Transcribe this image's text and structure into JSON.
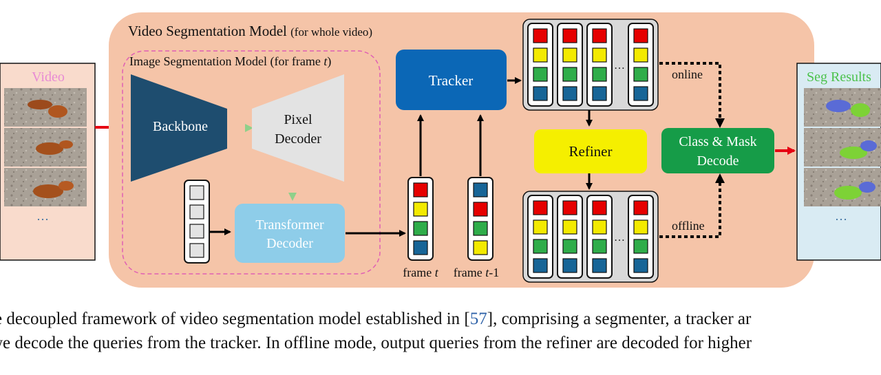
{
  "figure": {
    "video_panel_label": "Video",
    "video_panel_ellipsis": "…",
    "video_model_title": "Video Segmentation Model",
    "video_model_subtitle": "(for whole video)",
    "image_model_title": "Image Segmentation Model (for frame ",
    "image_model_title_var": "t",
    "image_model_title_close": ")",
    "backbone": "Backbone",
    "pixel_decoder_line1": "Pixel",
    "pixel_decoder_line2": "Decoder",
    "transformer_decoder_line1": "Transformer",
    "transformer_decoder_line2": "Decoder",
    "tracker": "Tracker",
    "refiner": "Refiner",
    "class_mask_line1": "Class & Mask",
    "class_mask_line2": "Decode",
    "online_label": "online",
    "offline_label": "offline",
    "frame_t_prefix": "frame ",
    "frame_t_var": "t",
    "frame_t1_prefix": "frame ",
    "frame_t1_var": "t",
    "frame_t1_suffix": "-1",
    "queue_ellipsis": "…",
    "seg_results_label": "Seg Results",
    "seg_results_ellipsis": "…"
  },
  "caption": {
    "line1_a": "e decoupled framework of video segmentation model established in [",
    "line1_ref": "57",
    "line1_b": "], comprising a segmenter, a tracker ar",
    "line2": " we decode the queries from the tracker. In offline mode, output queries from the refiner are decoded for higher"
  },
  "colors": {
    "video_model_bg": "#f5c4a8",
    "video_panel_bg": "#f9dbcc",
    "seg_panel_bg": "#d9ebf3",
    "backbone": "#1e4d6f",
    "pixel_decoder": "#e3e3e3",
    "transformer_decoder": "#8ecde9",
    "tracker": "#0b67b6",
    "refiner": "#f5ef00",
    "class_mask": "#169c48",
    "query_red": "#e60000",
    "query_yellow": "#f3ea00",
    "query_green": "#2fad4a",
    "query_blue": "#176597",
    "arrow_red": "#e60012",
    "dashed_pink": "#e05fb4",
    "video_label": "#e88bd4",
    "seg_label": "#4cc24c",
    "citation": "#2e62a8"
  }
}
